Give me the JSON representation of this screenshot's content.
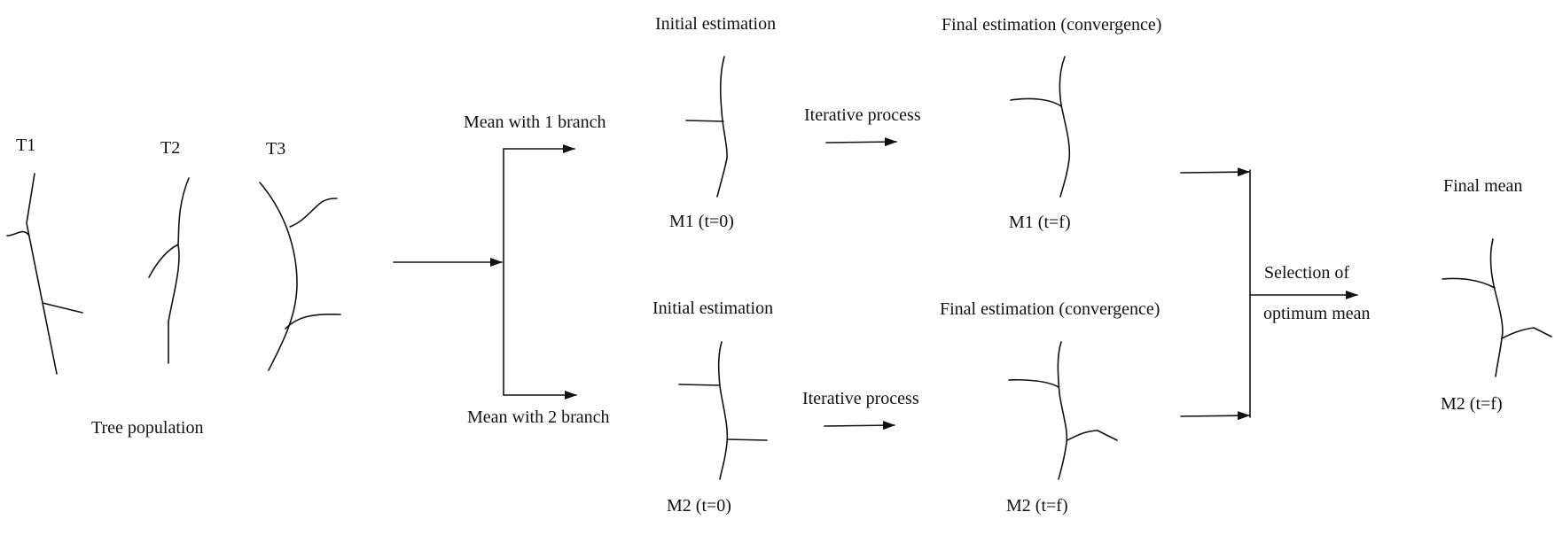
{
  "labels": {
    "t1": "T1",
    "t2": "T2",
    "t3": "T3",
    "tree_population": "Tree population",
    "mean_1_branch": "Mean with 1 branch",
    "mean_2_branch": "Mean with 2 branch",
    "initial_estimation_top": "Initial estimation",
    "initial_estimation_bottom": "Initial estimation",
    "final_estimation_top": "Final estimation (convergence)",
    "final_estimation_bottom": "Final estimation (convergence)",
    "iterative_process_top": "Iterative process",
    "iterative_process_bottom": "Iterative process",
    "m1_t0": "M1 (t=0)",
    "m1_tf": "M1 (t=f)",
    "m2_t0": "M2 (t=0)",
    "m2_tf": "M2 (t=f)",
    "selection_line1": "Selection of",
    "selection_line2": "optimum mean",
    "final_mean": "Final mean",
    "final_m2_tf": "M2 (t=f)"
  }
}
